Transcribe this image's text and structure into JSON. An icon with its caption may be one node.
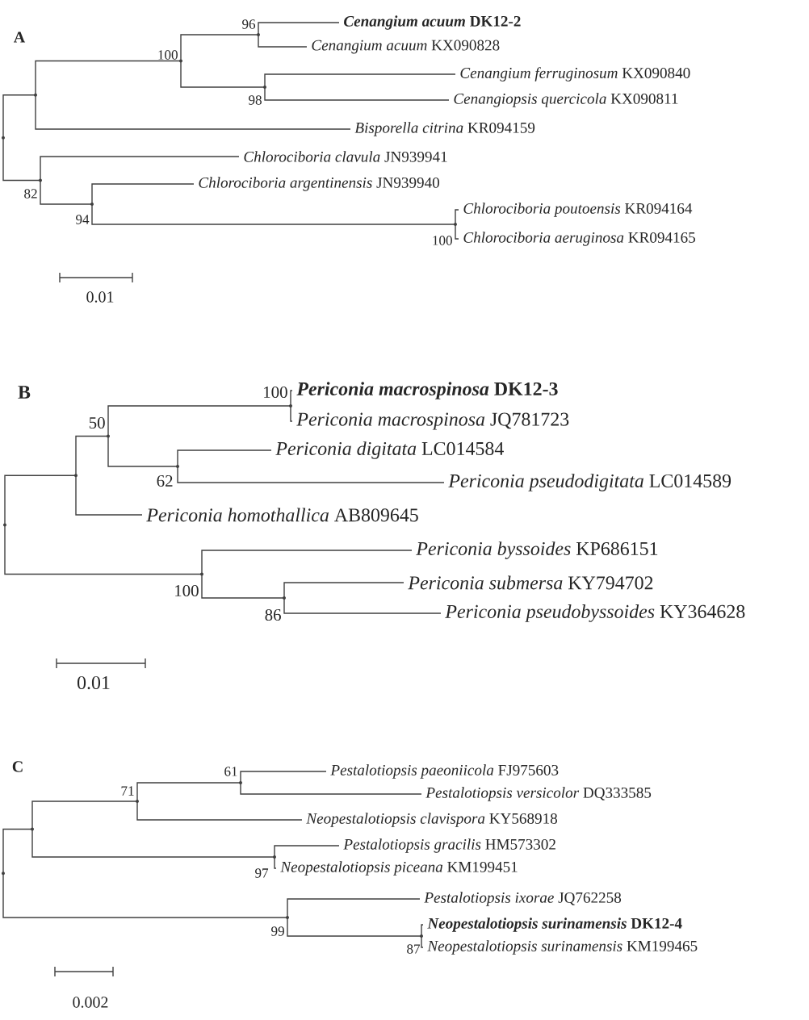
{
  "diagram": {
    "nodes": [
      {
        "text": [],
        "shape": "point"
      },
      {
        "text": [],
        "shape": "point"
      },
      {
        "text": [],
        "shape": "point",
        "beside": [
          "100"
        ]
      },
      {
        "text": [],
        "shape": "point",
        "beside": [
          "96"
        ]
      },
      {
        "text": [
          "***Cenangium acuum* DK12-2**"
        ]
      },
      {
        "text": [
          "*Cenangium acuum* KX090828"
        ]
      },
      {
        "text": [],
        "shape": "point",
        "beside": [
          "98"
        ]
      },
      {
        "text": [
          "*Cenangium ferruginosum* KX090840"
        ]
      },
      {
        "text": [
          "*Cenangiopsis quercicola* KX090811"
        ]
      },
      {
        "text": [
          "*Bisporella citrina* KR094159"
        ]
      },
      {
        "text": [],
        "shape": "point",
        "beside": [
          "82"
        ]
      },
      {
        "text": [
          "*Chlorociboria clavula* JN939941"
        ]
      },
      {
        "text": [],
        "shape": "point",
        "beside": [
          "94"
        ]
      },
      {
        "text": [
          "*Chlorociboria argentinensis* JN939940"
        ]
      },
      {
        "text": [],
        "shape": "point",
        "beside": [
          "100"
        ]
      },
      {
        "text": [
          "*Chlorociboria poutoensis* KR094164"
        ]
      },
      {
        "text": [
          "*Chlorociboria aeruginosa* KR094165"
        ]
      },
      {
        "text": [],
        "shape": "point"
      },
      {
        "text": [],
        "shape": "point"
      },
      {
        "text": [],
        "shape": "point",
        "beside": [
          "50"
        ]
      },
      {
        "text": [],
        "shape": "point",
        "beside": [
          "100"
        ]
      },
      {
        "text": [
          "***Periconia macrospinosa* DK12-3**"
        ]
      },
      {
        "text": [
          "*Periconia macrospinosa* JQ781723"
        ]
      },
      {
        "text": [],
        "shape": "point",
        "beside": [
          "62"
        ]
      },
      {
        "text": [
          "*Periconia digitata* LC014584"
        ]
      },
      {
        "text": [
          "*Periconia pseudodigitata* LC014589"
        ]
      },
      {
        "text": [
          "*Periconia homothallica* AB809645"
        ]
      },
      {
        "text": [],
        "shape": "point",
        "beside": [
          "100"
        ]
      },
      {
        "text": [
          "*Periconia byssoides* KP686151"
        ]
      },
      {
        "text": [],
        "shape": "point",
        "beside": [
          "86"
        ]
      },
      {
        "text": [
          "*Periconia submersa* KY794702"
        ]
      },
      {
        "text": [
          "*Periconia pseudobyssoides* KY364628"
        ]
      },
      {
        "text": [],
        "shape": "point"
      },
      {
        "text": [],
        "shape": "point"
      },
      {
        "text": [],
        "shape": "point",
        "beside": [
          "71"
        ]
      },
      {
        "text": [],
        "shape": "point",
        "beside": [
          "61"
        ]
      },
      {
        "text": [
          "*Pestalotiopsis paeoniicola* FJ975603"
        ]
      },
      {
        "text": [
          "*Pestalotiopsis versicolor* DQ333585"
        ]
      },
      {
        "text": [
          "*Neopestalotiopsis clavispora* KY568918"
        ]
      },
      {
        "text": [],
        "shape": "point",
        "beside": [
          "97"
        ]
      },
      {
        "text": [
          "*Pestalotiopsis gracilis* HM573302"
        ]
      },
      {
        "text": [
          "*Neopestalotiopsis piceana* KM199451"
        ]
      },
      {
        "text": [],
        "shape": "point",
        "beside": [
          "99"
        ]
      },
      {
        "text": [
          "*Pestalotiopsis ixorae* JQ762258"
        ]
      },
      {
        "text": [],
        "shape": "point",
        "beside": [
          "87"
        ]
      },
      {
        "text": [
          "***Neopestalotiopsis surinamensis* DK12-4**"
        ]
      },
      {
        "text": [
          "*Neopestalotiopsis surinamensis* KM199465"
        ]
      }
    ],
    "edges": [
      {
        "from": 0,
        "to": 1,
        "arrow": "none"
      },
      {
        "from": 1,
        "to": 2,
        "arrow": "none"
      },
      {
        "from": 2,
        "to": 3,
        "arrow": "none"
      },
      {
        "from": 3,
        "to": 4,
        "arrow": "none"
      },
      {
        "from": 3,
        "to": 5,
        "arrow": "none"
      },
      {
        "from": 2,
        "to": 6,
        "arrow": "none"
      },
      {
        "from": 6,
        "to": 7,
        "arrow": "none"
      },
      {
        "from": 6,
        "to": 8,
        "arrow": "none"
      },
      {
        "from": 1,
        "to": 9,
        "arrow": "none"
      },
      {
        "from": 0,
        "to": 10,
        "arrow": "none"
      },
      {
        "from": 10,
        "to": 11,
        "arrow": "none"
      },
      {
        "from": 10,
        "to": 12,
        "arrow": "none"
      },
      {
        "from": 12,
        "to": 13,
        "arrow": "none"
      },
      {
        "from": 12,
        "to": 14,
        "arrow": "none"
      },
      {
        "from": 14,
        "to": 15,
        "arrow": "none"
      },
      {
        "from": 14,
        "to": 16,
        "arrow": "none"
      },
      {
        "from": 17,
        "to": 18,
        "arrow": "none"
      },
      {
        "from": 18,
        "to": 19,
        "arrow": "none"
      },
      {
        "from": 19,
        "to": 20,
        "arrow": "none"
      },
      {
        "from": 20,
        "to": 21,
        "arrow": "none"
      },
      {
        "from": 20,
        "to": 22,
        "arrow": "none"
      },
      {
        "from": 19,
        "to": 23,
        "arrow": "none"
      },
      {
        "from": 23,
        "to": 24,
        "arrow": "none"
      },
      {
        "from": 23,
        "to": 25,
        "arrow": "none"
      },
      {
        "from": 18,
        "to": 26,
        "arrow": "none"
      },
      {
        "from": 17,
        "to": 27,
        "arrow": "none"
      },
      {
        "from": 27,
        "to": 28,
        "arrow": "none"
      },
      {
        "from": 27,
        "to": 29,
        "arrow": "none"
      },
      {
        "from": 29,
        "to": 30,
        "arrow": "none"
      },
      {
        "from": 29,
        "to": 31,
        "arrow": "none"
      },
      {
        "from": 32,
        "to": 33,
        "arrow": "none"
      },
      {
        "from": 33,
        "to": 34,
        "arrow": "none"
      },
      {
        "from": 34,
        "to": 35,
        "arrow": "none"
      },
      {
        "from": 35,
        "to": 36,
        "arrow": "none"
      },
      {
        "from": 35,
        "to": 37,
        "arrow": "none"
      },
      {
        "from": 34,
        "to": 38,
        "arrow": "none"
      },
      {
        "from": 33,
        "to": 39,
        "arrow": "none"
      },
      {
        "from": 39,
        "to": 40,
        "arrow": "none"
      },
      {
        "from": 39,
        "to": 41,
        "arrow": "none"
      },
      {
        "from": 32,
        "to": 42,
        "arrow": "none"
      },
      {
        "from": 42,
        "to": 43,
        "arrow": "none"
      },
      {
        "from": 42,
        "to": 44,
        "arrow": "none"
      },
      {
        "from": 44,
        "to": 45,
        "arrow": "none"
      },
      {
        "from": 44,
        "to": 46,
        "arrow": "none"
      }
    ],
    "labels": [
      "A",
      "0.01",
      "B",
      "0.01",
      "C",
      "0.002"
    ]
  }
}
